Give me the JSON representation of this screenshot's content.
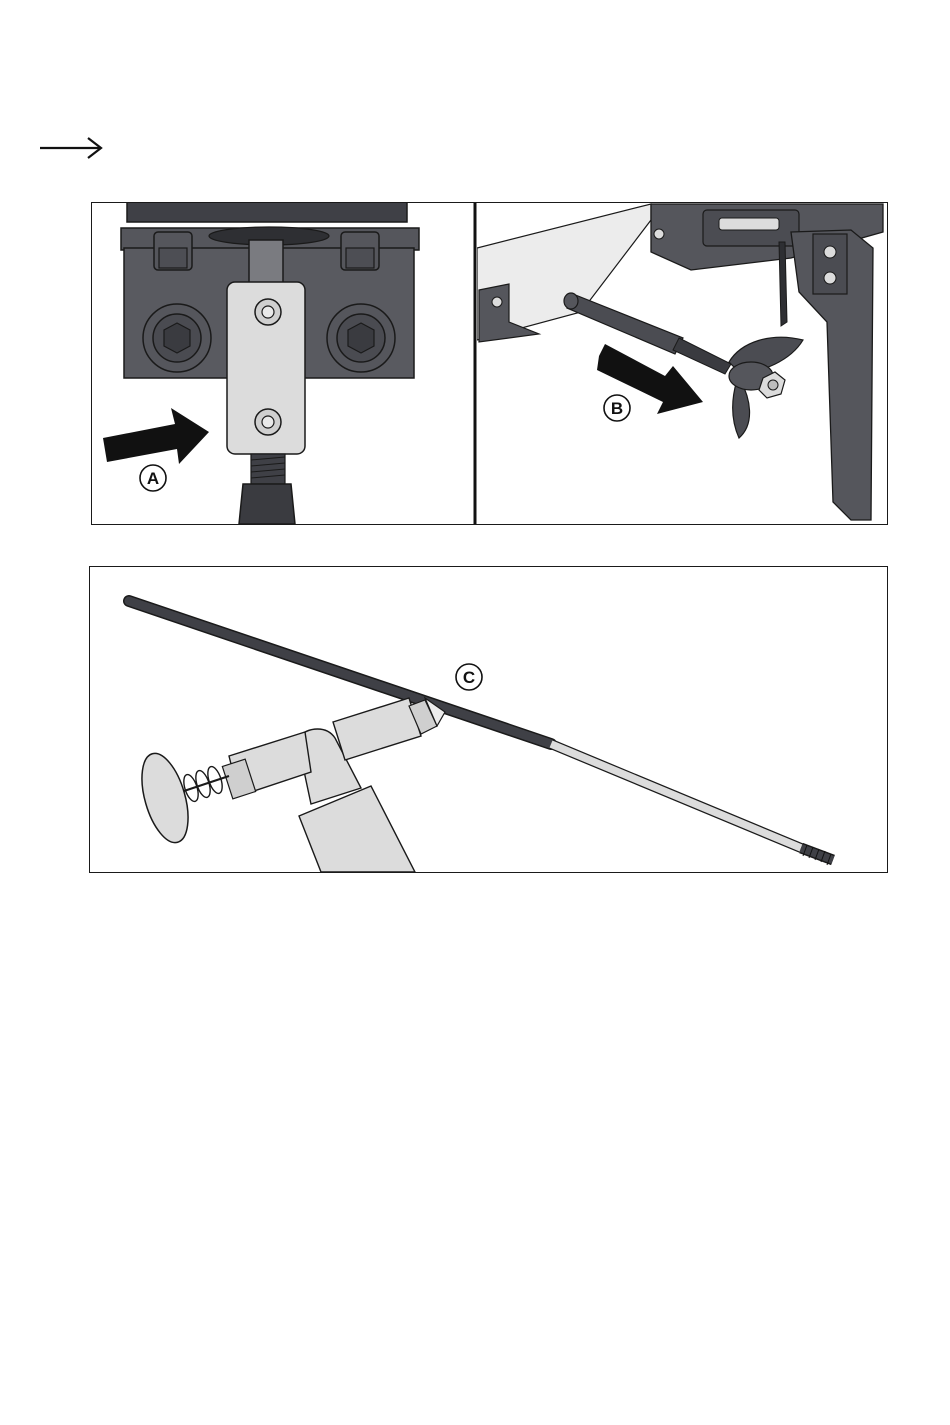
{
  "page": {
    "icons": [
      "long-right-arrow-icon"
    ]
  },
  "figures": {
    "label_a": "A",
    "label_b": "B",
    "label_c": "C"
  },
  "colors": {
    "dark_metal": "#4b4c52",
    "mid_metal": "#5d5e64",
    "light_metal": "#dcdcdc",
    "lighter": "#ececec",
    "outline": "#1a1a1a"
  }
}
